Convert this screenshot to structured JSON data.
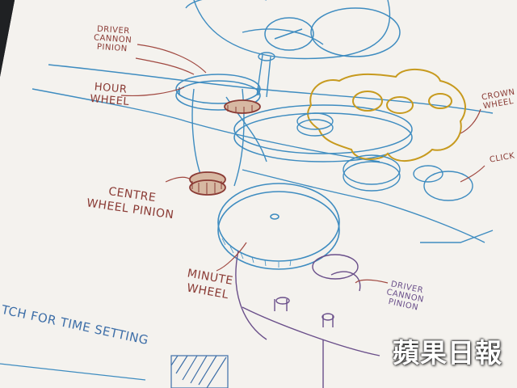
{
  "photo": {
    "subject": "hand-drawn watch movement sketch on paper",
    "colors": {
      "paper": "#f4f2ee",
      "blue_ink": "#3e8cc0",
      "brown_ink": "#8a3a34",
      "gold_ink": "#c79a1e",
      "purple_ink": "#6a4f8a",
      "background": "#2a2c2e"
    }
  },
  "labels": {
    "driver_cannon_pinion_top": "DRIVER\nCANNON\nPINION",
    "hour_wheel": "HOUR\nWHEEL",
    "centre_wheel_pinion": "CENTRE\nWHEEL PINION",
    "minute_wheel": "MINUTE\nWHEEL",
    "crown_wheel_partial": "CROWN\nWHEEL",
    "click_partial": "CLICK",
    "driver_cannon_pinion_bottom": "DRIVER\nCANNON\nPINION",
    "time_setting_partial": "TCH FOR TIME SETTING"
  },
  "watermark": "蘋果日報"
}
